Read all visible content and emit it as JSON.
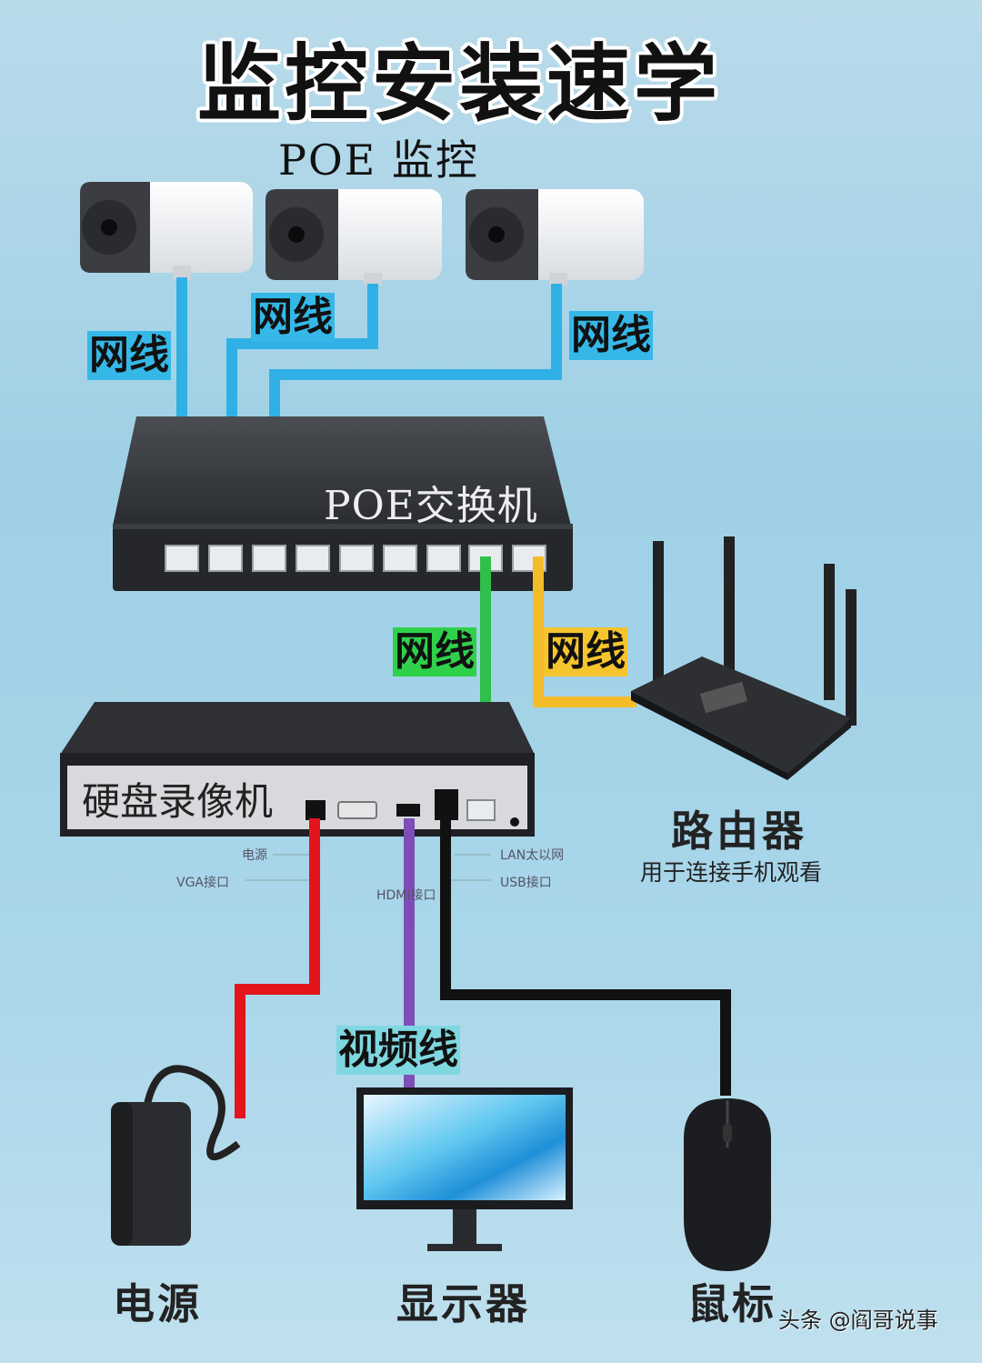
{
  "title": "监控安装速学",
  "poe_label": "POE 监控",
  "cable_label": "网线",
  "video_cable_label": "视频线",
  "switch_label": "POE交换机",
  "nvr_label": "硬盘录像机",
  "port_labels": {
    "power": "电源",
    "vga": "VGA接口",
    "hdmi": "HDMI接口",
    "lan": "LAN太以网",
    "usb": "USB接口"
  },
  "router_title": "路由器",
  "router_subtitle": "用于连接手机观看",
  "devices": {
    "power": "电源",
    "monitor": "显示器",
    "mouse": "鼠标"
  },
  "watermark": "头条 @阎哥说事",
  "colors": {
    "cable_blue": "#2fb1e6",
    "cable_green": "#2fbf4a",
    "cable_yellow": "#f3bd2a",
    "cable_red": "#e3141c",
    "cable_purple": "#7d4fb6",
    "cable_black": "#111111"
  }
}
